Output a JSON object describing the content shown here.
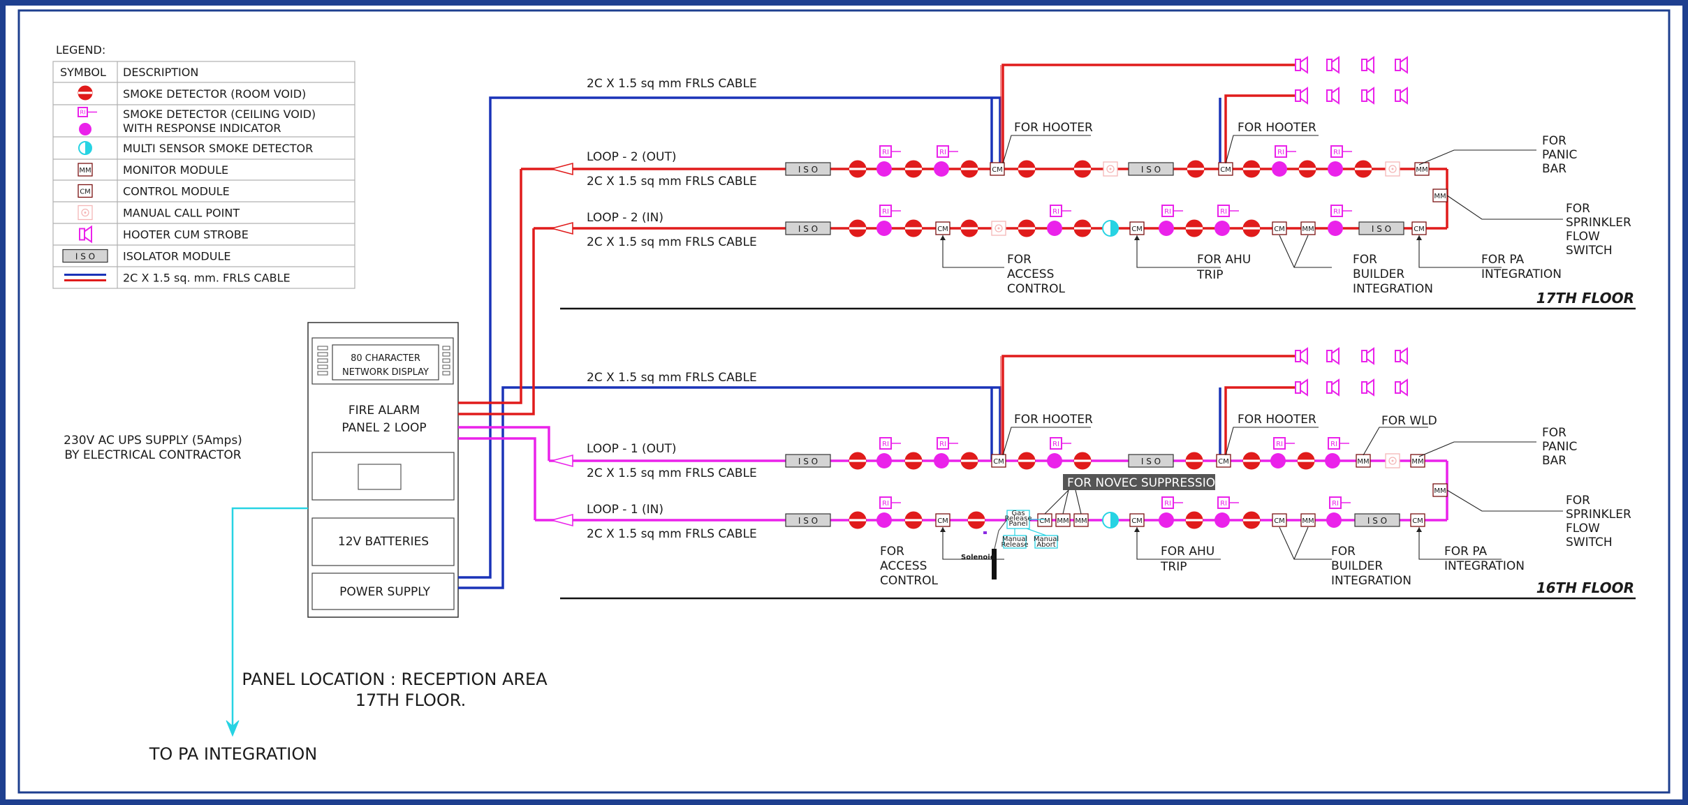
{
  "colors": {
    "frame": "#1e3f8f",
    "red": "#e01b1b",
    "blue": "#1a33b8",
    "magenta": "#ea22ea",
    "cyan": "#27d3e3",
    "pink": "#f4b6b6",
    "iso_fill": "#d4d4d4"
  },
  "legend": {
    "title": "LEGEND:",
    "col_symbol": "SYMBOL",
    "col_description": "DESCRIPTION",
    "rows": [
      {
        "symbol": "smoke-detector-room-void",
        "desc": [
          "SMOKE DETECTOR (ROOM VOID)"
        ]
      },
      {
        "symbol": "smoke-detector-ceiling-void",
        "desc": [
          "SMOKE DETECTOR (CEILING VOID)",
          "WITH RESPONSE INDICATOR"
        ]
      },
      {
        "symbol": "multi-sensor-smoke-detector",
        "desc": [
          "MULTI SENSOR SMOKE DETECTOR"
        ]
      },
      {
        "symbol": "monitor-module",
        "desc": [
          "MONITOR MODULE"
        ]
      },
      {
        "symbol": "control-module",
        "desc": [
          "CONTROL MODULE"
        ]
      },
      {
        "symbol": "manual-call-point",
        "desc": [
          "MANUAL CALL POINT"
        ]
      },
      {
        "symbol": "hooter-cum-strobe",
        "desc": [
          "HOOTER CUM STROBE"
        ]
      },
      {
        "symbol": "isolator-module",
        "desc": [
          "ISOLATOR MODULE"
        ]
      },
      {
        "symbol": "cable",
        "desc": [
          "2C X 1.5 sq. mm. FRLS CABLE"
        ]
      }
    ]
  },
  "module_codes": {
    "monitor": "MM",
    "control": "CM",
    "isolator": "I S O",
    "indicator": "RI"
  },
  "panel": {
    "display_line1": "80 CHARACTER",
    "display_line2": "NETWORK DISPLAY",
    "name_line1": "FIRE ALARM",
    "name_line2": "PANEL 2 LOOP",
    "batteries": "12V BATTERIES",
    "power_supply": "POWER SUPPLY"
  },
  "supply_note": [
    "230V AC UPS SUPPLY (5Amps)",
    "BY ELECTRICAL CONTRACTOR"
  ],
  "panel_location": [
    "PANEL LOCATION : RECEPTION AREA",
    "17TH FLOOR."
  ],
  "pa_out": "TO PA INTEGRATION",
  "cable_label": "2C X 1.5 sq mm FRLS CABLE",
  "floor17": {
    "title": "17TH FLOOR",
    "loop_out": "LOOP - 2 (OUT)",
    "loop_in": "LOOP - 2 (IN)",
    "notes": {
      "hooter": "FOR HOOTER",
      "panic": [
        "FOR",
        "PANIC",
        "BAR"
      ],
      "sprinkler": [
        "FOR",
        "SPRINKLER",
        "FLOW",
        "SWITCH"
      ],
      "access": [
        "FOR",
        "ACCESS",
        "CONTROL"
      ],
      "ahu": [
        "FOR AHU",
        "TRIP"
      ],
      "builder": [
        "FOR",
        "BUILDER",
        "INTEGRATION"
      ],
      "pa": [
        "FOR PA",
        "INTEGRATION"
      ]
    }
  },
  "floor16": {
    "title": "16TH FLOOR",
    "loop_out": "LOOP - 1 (OUT)",
    "loop_in": "LOOP - 1 (IN)",
    "notes": {
      "hooter": "FOR HOOTER",
      "wld": "FOR WLD",
      "novec": "FOR NOVEC SUPPRESSION",
      "panic": [
        "FOR",
        "PANIC",
        "BAR"
      ],
      "sprinkler": [
        "FOR",
        "SPRINKLER",
        "FLOW",
        "SWITCH"
      ],
      "access": [
        "FOR",
        "ACCESS",
        "CONTROL"
      ],
      "ahu": [
        "FOR AHU",
        "TRIP"
      ],
      "builder": [
        "FOR",
        "BUILDER",
        "INTEGRATION"
      ],
      "pa": [
        "FOR PA",
        "INTEGRATION"
      ],
      "gas_release_panel": [
        "Gas",
        "Release",
        "Panel"
      ],
      "manual_release": [
        "Manual",
        "Release"
      ],
      "manual_abort": [
        "Manual",
        "Abort"
      ],
      "solenoid": "Solenoid"
    }
  }
}
